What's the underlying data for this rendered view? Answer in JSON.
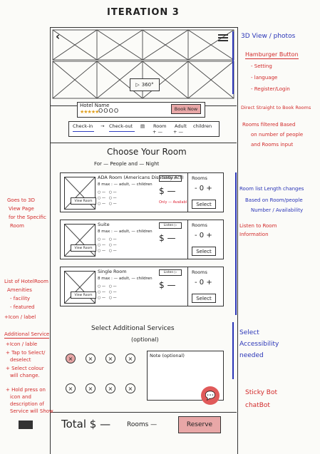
{
  "page_title": "ITERATION 3",
  "header": {
    "back_icon": "chevron-left-icon",
    "menu_icon": "hamburger-icon",
    "view_360": "360°"
  },
  "hotel": {
    "name": "Hotel Name",
    "stars": "★★★★★",
    "circles": "OOOO",
    "book_now": "Book Now"
  },
  "filters": {
    "check_in": "Check-in",
    "check_out": "Check-out",
    "room": "Room",
    "adult": "Adult",
    "children": "children",
    "room_ctrl": "+ —",
    "adult_ctrl": "+ —"
  },
  "choose": {
    "title": "Choose Your Room",
    "subtitle": "For — People and — Night"
  },
  "rooms": [
    {
      "name": "ADA Room (Americans Disability Act)",
      "max": "8 max : — adult, — children",
      "price": "$ —",
      "avail": "Only — Availabl",
      "listen": "Listen ▷",
      "rooms_label": "Rooms",
      "qty": "- 0 +",
      "select": "Select",
      "view": "View Room"
    },
    {
      "name": "Suite",
      "max": "8 max : — adult, — children",
      "price": "$ —",
      "avail": "",
      "listen": "Listen ▷",
      "rooms_label": "Rooms",
      "qty": "- 0 +",
      "select": "Select",
      "view": "View Room"
    },
    {
      "name": "Single Room",
      "max": "8 max : — adult, — children",
      "price": "$ —",
      "avail": "",
      "listen": "Listen ▷",
      "rooms_label": "Rooms",
      "qty": "- 0 +",
      "select": "Select",
      "view": "View Room"
    }
  ],
  "services": {
    "title": "Select Additional Services",
    "optional": "(optional)",
    "note": "Note (optional)"
  },
  "footer": {
    "total": "Total $ —",
    "rooms": "Rooms —",
    "reserve": "Reserve"
  },
  "annotations_right": {
    "view": "3D View / photos",
    "hamburger": "Hamburger Button",
    "setting": "- Setting",
    "language": "- language",
    "register": "- Register/Login",
    "direct": "Direct Straight to Book Rooms",
    "filtered": "Rooms filtered Based",
    "filtered2": "on number of people",
    "filtered3": "and Rooms input",
    "list": "Room list Length changes",
    "list2": "Based on Room/people",
    "list3": "Number / Availability",
    "listen": "Listen to Room",
    "listen2": "Information",
    "access": "Select",
    "access2": "Accessibility",
    "access3": "needed",
    "sticky": "Sticky Bot",
    "chatbot": "chatBot"
  },
  "annotations_left": {
    "goes": "Goes to 3D",
    "goes2": "View Page",
    "goes3": "for the Specific",
    "goes4": "Room",
    "list": "List of HotelRoom",
    "amen": "Amenities",
    "amen2": "- facility",
    "amen3": "- featured",
    "amen4": "+Icon / label",
    "svc": "Additional Service",
    "svc2": "+Icon / lable",
    "svc3": "+ Tap to Select/",
    "svc4": "deselect",
    "svc5": "+ Select colour",
    "svc6": "will change.",
    "hold": "+ Hold press on",
    "hold2": "icon and",
    "hold3": "description of",
    "hold4": "Service will Show"
  }
}
